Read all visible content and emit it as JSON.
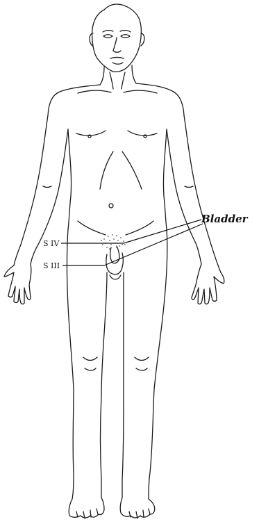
{
  "figure": {
    "labels": {
      "organ": "Bladder",
      "segment_upper": "S IV",
      "segment_lower": "S III"
    },
    "colors": {
      "ink": "#1a1a1a",
      "background": "#ffffff"
    }
  }
}
